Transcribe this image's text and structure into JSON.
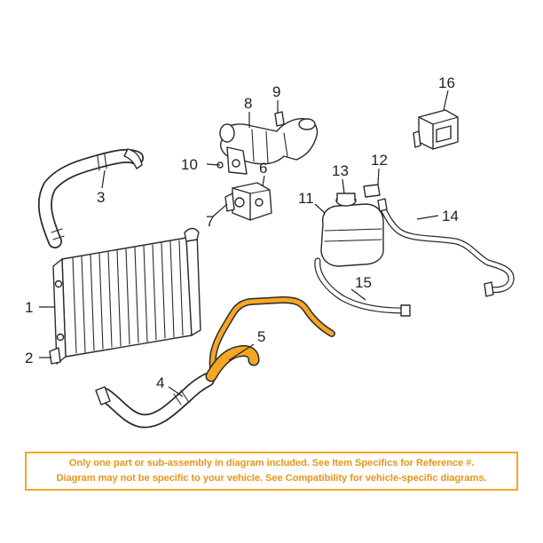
{
  "diagram": {
    "callouts": [
      "1",
      "2",
      "3",
      "4",
      "5",
      "6",
      "7",
      "8",
      "9",
      "10",
      "11",
      "12",
      "13",
      "14",
      "15",
      "16"
    ],
    "highlight_color": "#f5a623"
  },
  "disclaimer": {
    "line1": "Only one part or sub-assembly in diagram included. See Item Specifics for Reference #.",
    "line2": "Diagram may not be specific to your vehicle. See Compatibility for vehicle-specific diagrams.",
    "border_color": "#f5a623",
    "text_color": "#e8951c"
  }
}
